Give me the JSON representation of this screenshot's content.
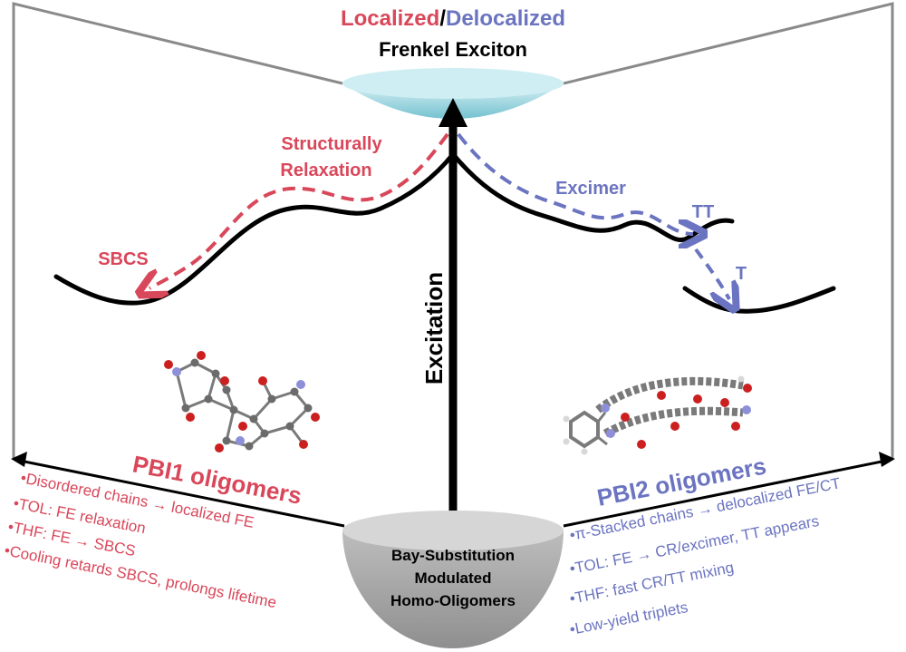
{
  "colors": {
    "red": "#d9475a",
    "blue": "#6b74c0",
    "black": "#000000",
    "frame": "#8a8a8a",
    "lens_top": "#d2eef2",
    "lens_bottom": "#7fc9d6",
    "bowl_top": "#d4d4d4",
    "bowl_bottom": "#9a9a9a"
  },
  "header": {
    "localized": "Localized",
    "slash": "/",
    "delocalized": "Delocalized",
    "subtitle": "Frenkel Exciton"
  },
  "center": {
    "excitation": "Excitation",
    "bowl_line1": "Bay-Substitution",
    "bowl_line2": "Modulated",
    "bowl_line3": "Homo-Oligomers"
  },
  "left": {
    "relax_line1": "Structurally",
    "relax_line2": "Relaxation",
    "sbcs": "SBCS",
    "title": "PBI1 oligomers",
    "notes": [
      "•Disordered chains → localized FE",
      "•TOL: FE relaxation",
      "•THF: FE → SBCS",
      "•Cooling retards SBCS, prolongs lifetime"
    ]
  },
  "right": {
    "excimer": "Excimer",
    "tt": "TT",
    "t": "T",
    "title": "PBI2 oligomers",
    "notes": [
      "•π-Stacked chains → delocalized FE/CT",
      "•TOL: FE → CR/excimer, TT appears",
      "•THF: fast CR/TT mixing",
      "•Low-yield triplets"
    ]
  }
}
